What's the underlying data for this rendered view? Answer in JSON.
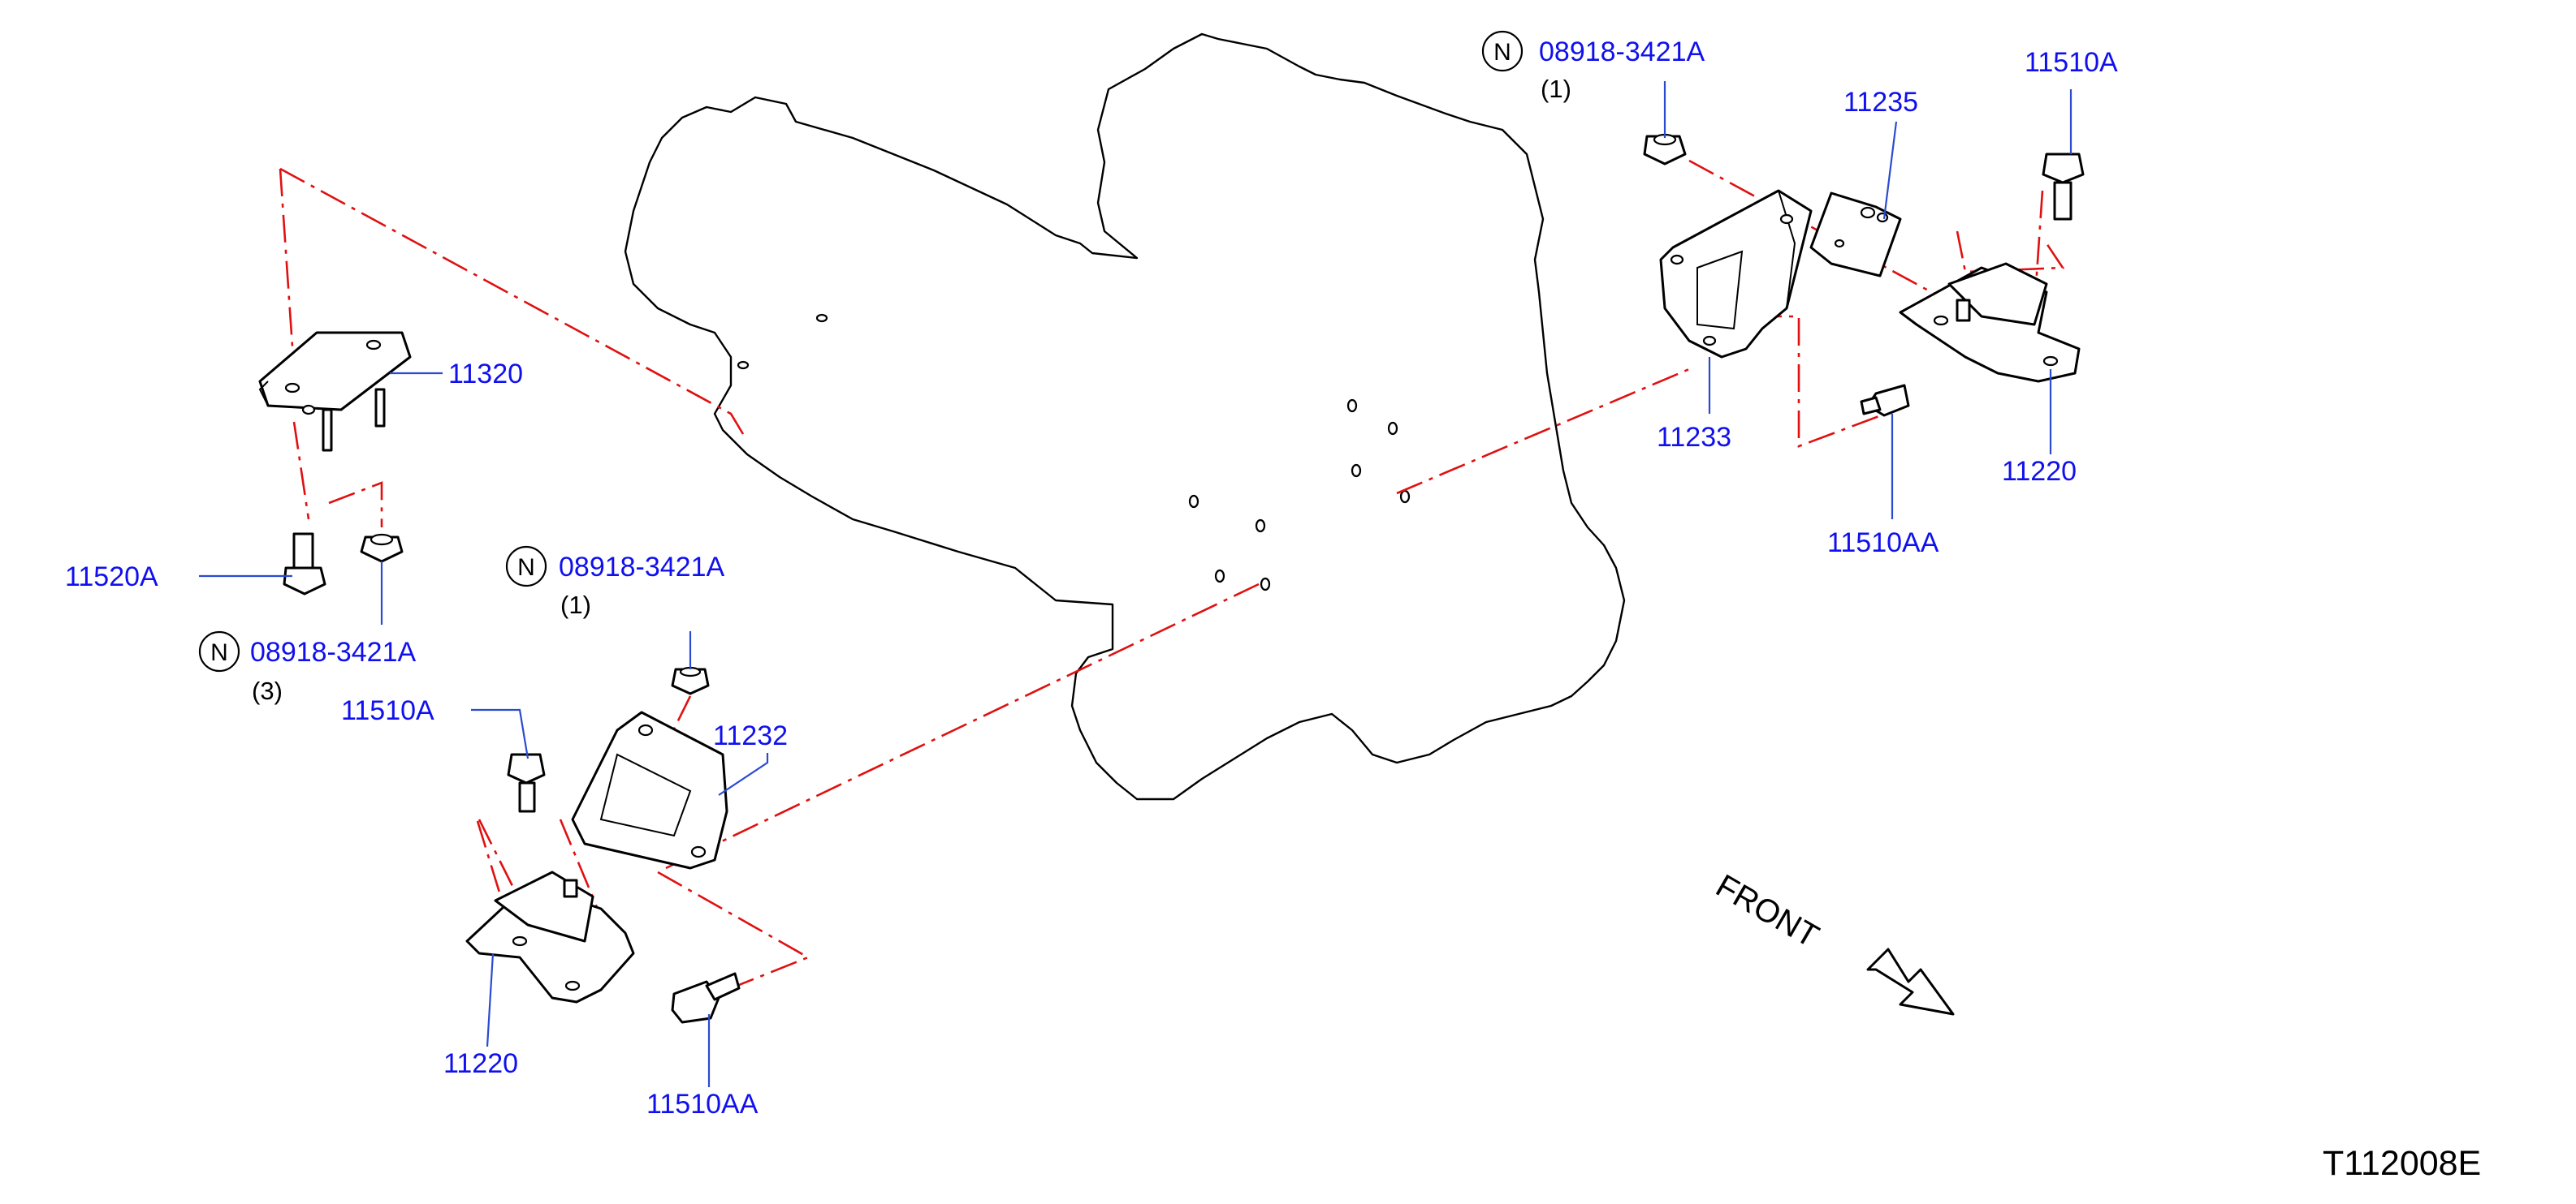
{
  "labels": {
    "p11320": "11320",
    "p11520A": "11520A",
    "nut_left_part": "08918-3421A",
    "nut_left_qty": "(3)",
    "p11510A_left": "11510A",
    "nut_mid_part": "08918-3421A",
    "nut_mid_qty": "(1)",
    "p11232": "11232",
    "p11220_left": "11220",
    "p11510AA_left": "11510AA",
    "nut_right_part": "08918-3421A",
    "nut_right_qty": "(1)",
    "p11235": "11235",
    "p11510A_right": "11510A",
    "p11233": "11233",
    "p11510AA_right": "11510AA",
    "p11220_right": "11220"
  },
  "n_symbol": "N",
  "front_label": "FRONT",
  "diagram_code": "T112008E",
  "colors": {
    "label_text": "#1010ee",
    "leader_line": "#2a4bd0",
    "phantom_line": "#e01010",
    "outline": "#000000"
  }
}
